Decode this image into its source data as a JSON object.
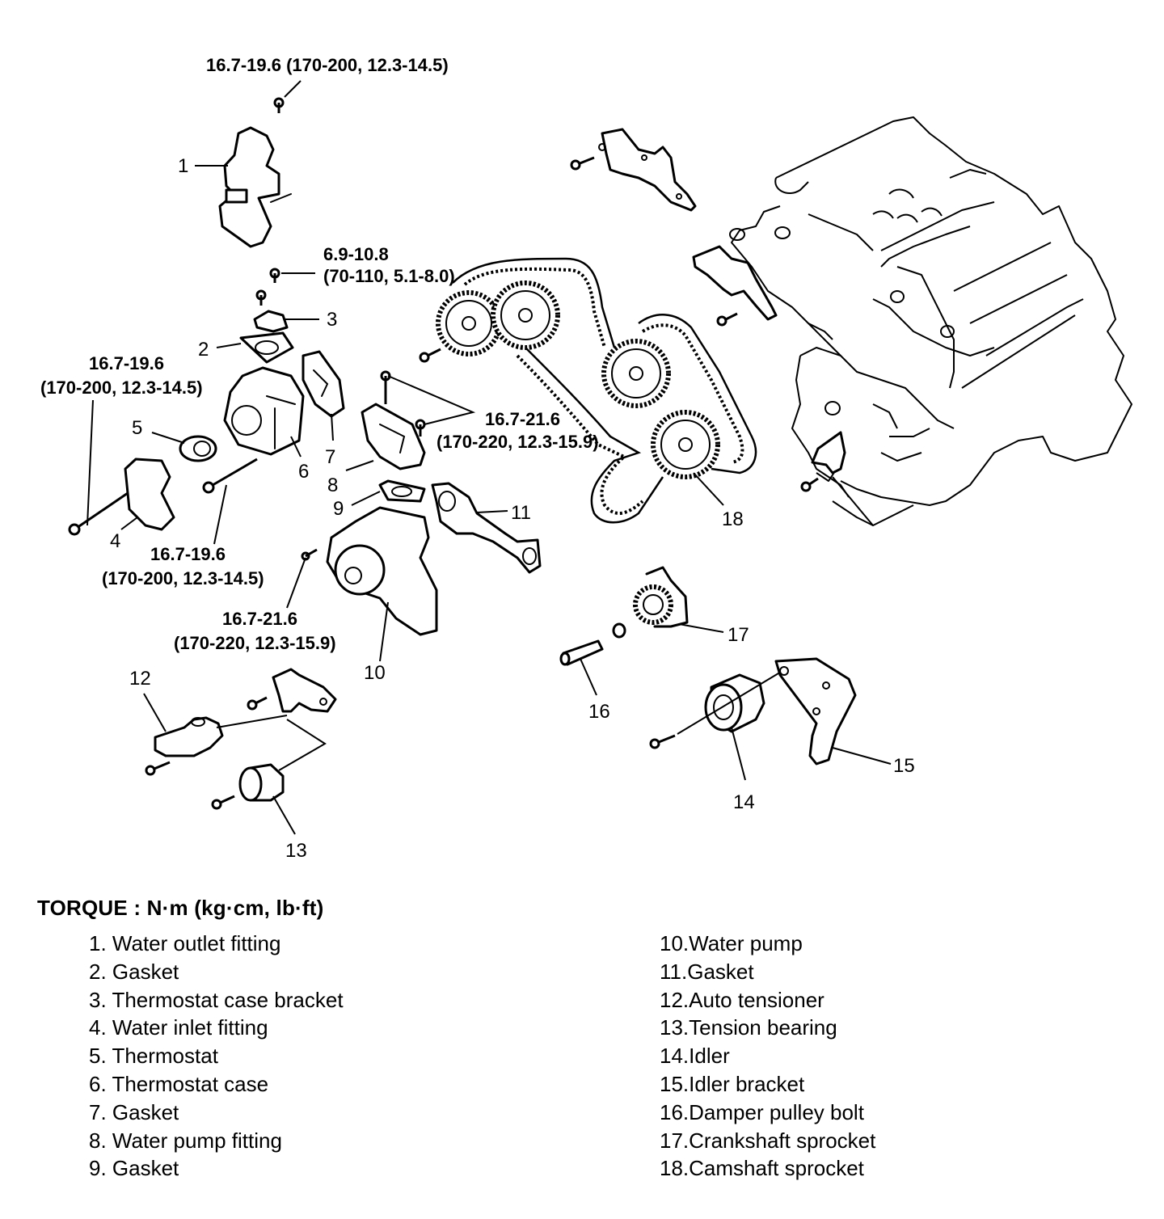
{
  "diagram": {
    "title": "Timing belt, water pump and thermostat exploded view",
    "torque_specs": [
      {
        "id": "t1",
        "line1": "16.7-19.6 (170-200, 12.3-14.5)",
        "line2": ""
      },
      {
        "id": "t2",
        "line1": "6.9-10.8",
        "line2": "(70-110, 5.1-8.0)"
      },
      {
        "id": "t3",
        "line1": "16.7-19.6",
        "line2": "(170-200, 12.3-14.5)"
      },
      {
        "id": "t4",
        "line1": "16.7-21.6",
        "line2": "(170-220, 12.3-15.9)"
      },
      {
        "id": "t5",
        "line1": "16.7-19.6",
        "line2": "(170-200, 12.3-14.5)"
      },
      {
        "id": "t6",
        "line1": "16.7-21.6",
        "line2": "(170-220, 12.3-15.9)"
      }
    ],
    "callouts": [
      "1",
      "2",
      "3",
      "4",
      "5",
      "6",
      "7",
      "8",
      "9",
      "10",
      "11",
      "12",
      "13",
      "14",
      "15",
      "16",
      "17",
      "18"
    ]
  },
  "legend": {
    "title": "TORQUE : N·m (kg·cm, lb·ft)",
    "items_left": [
      "1. Water outlet fitting",
      "2. Gasket",
      "3. Thermostat case bracket",
      "4. Water inlet fitting",
      "5. Thermostat",
      "6. Thermostat case",
      "7. Gasket",
      "8. Water pump fitting",
      "9. Gasket"
    ],
    "items_right": [
      "10.Water pump",
      "11.Gasket",
      "12.Auto tensioner",
      "13.Tension bearing",
      "14.Idler",
      "15.Idler bracket",
      "16.Damper pulley bolt",
      "17.Crankshaft sprocket",
      "18.Camshaft sprocket"
    ]
  }
}
